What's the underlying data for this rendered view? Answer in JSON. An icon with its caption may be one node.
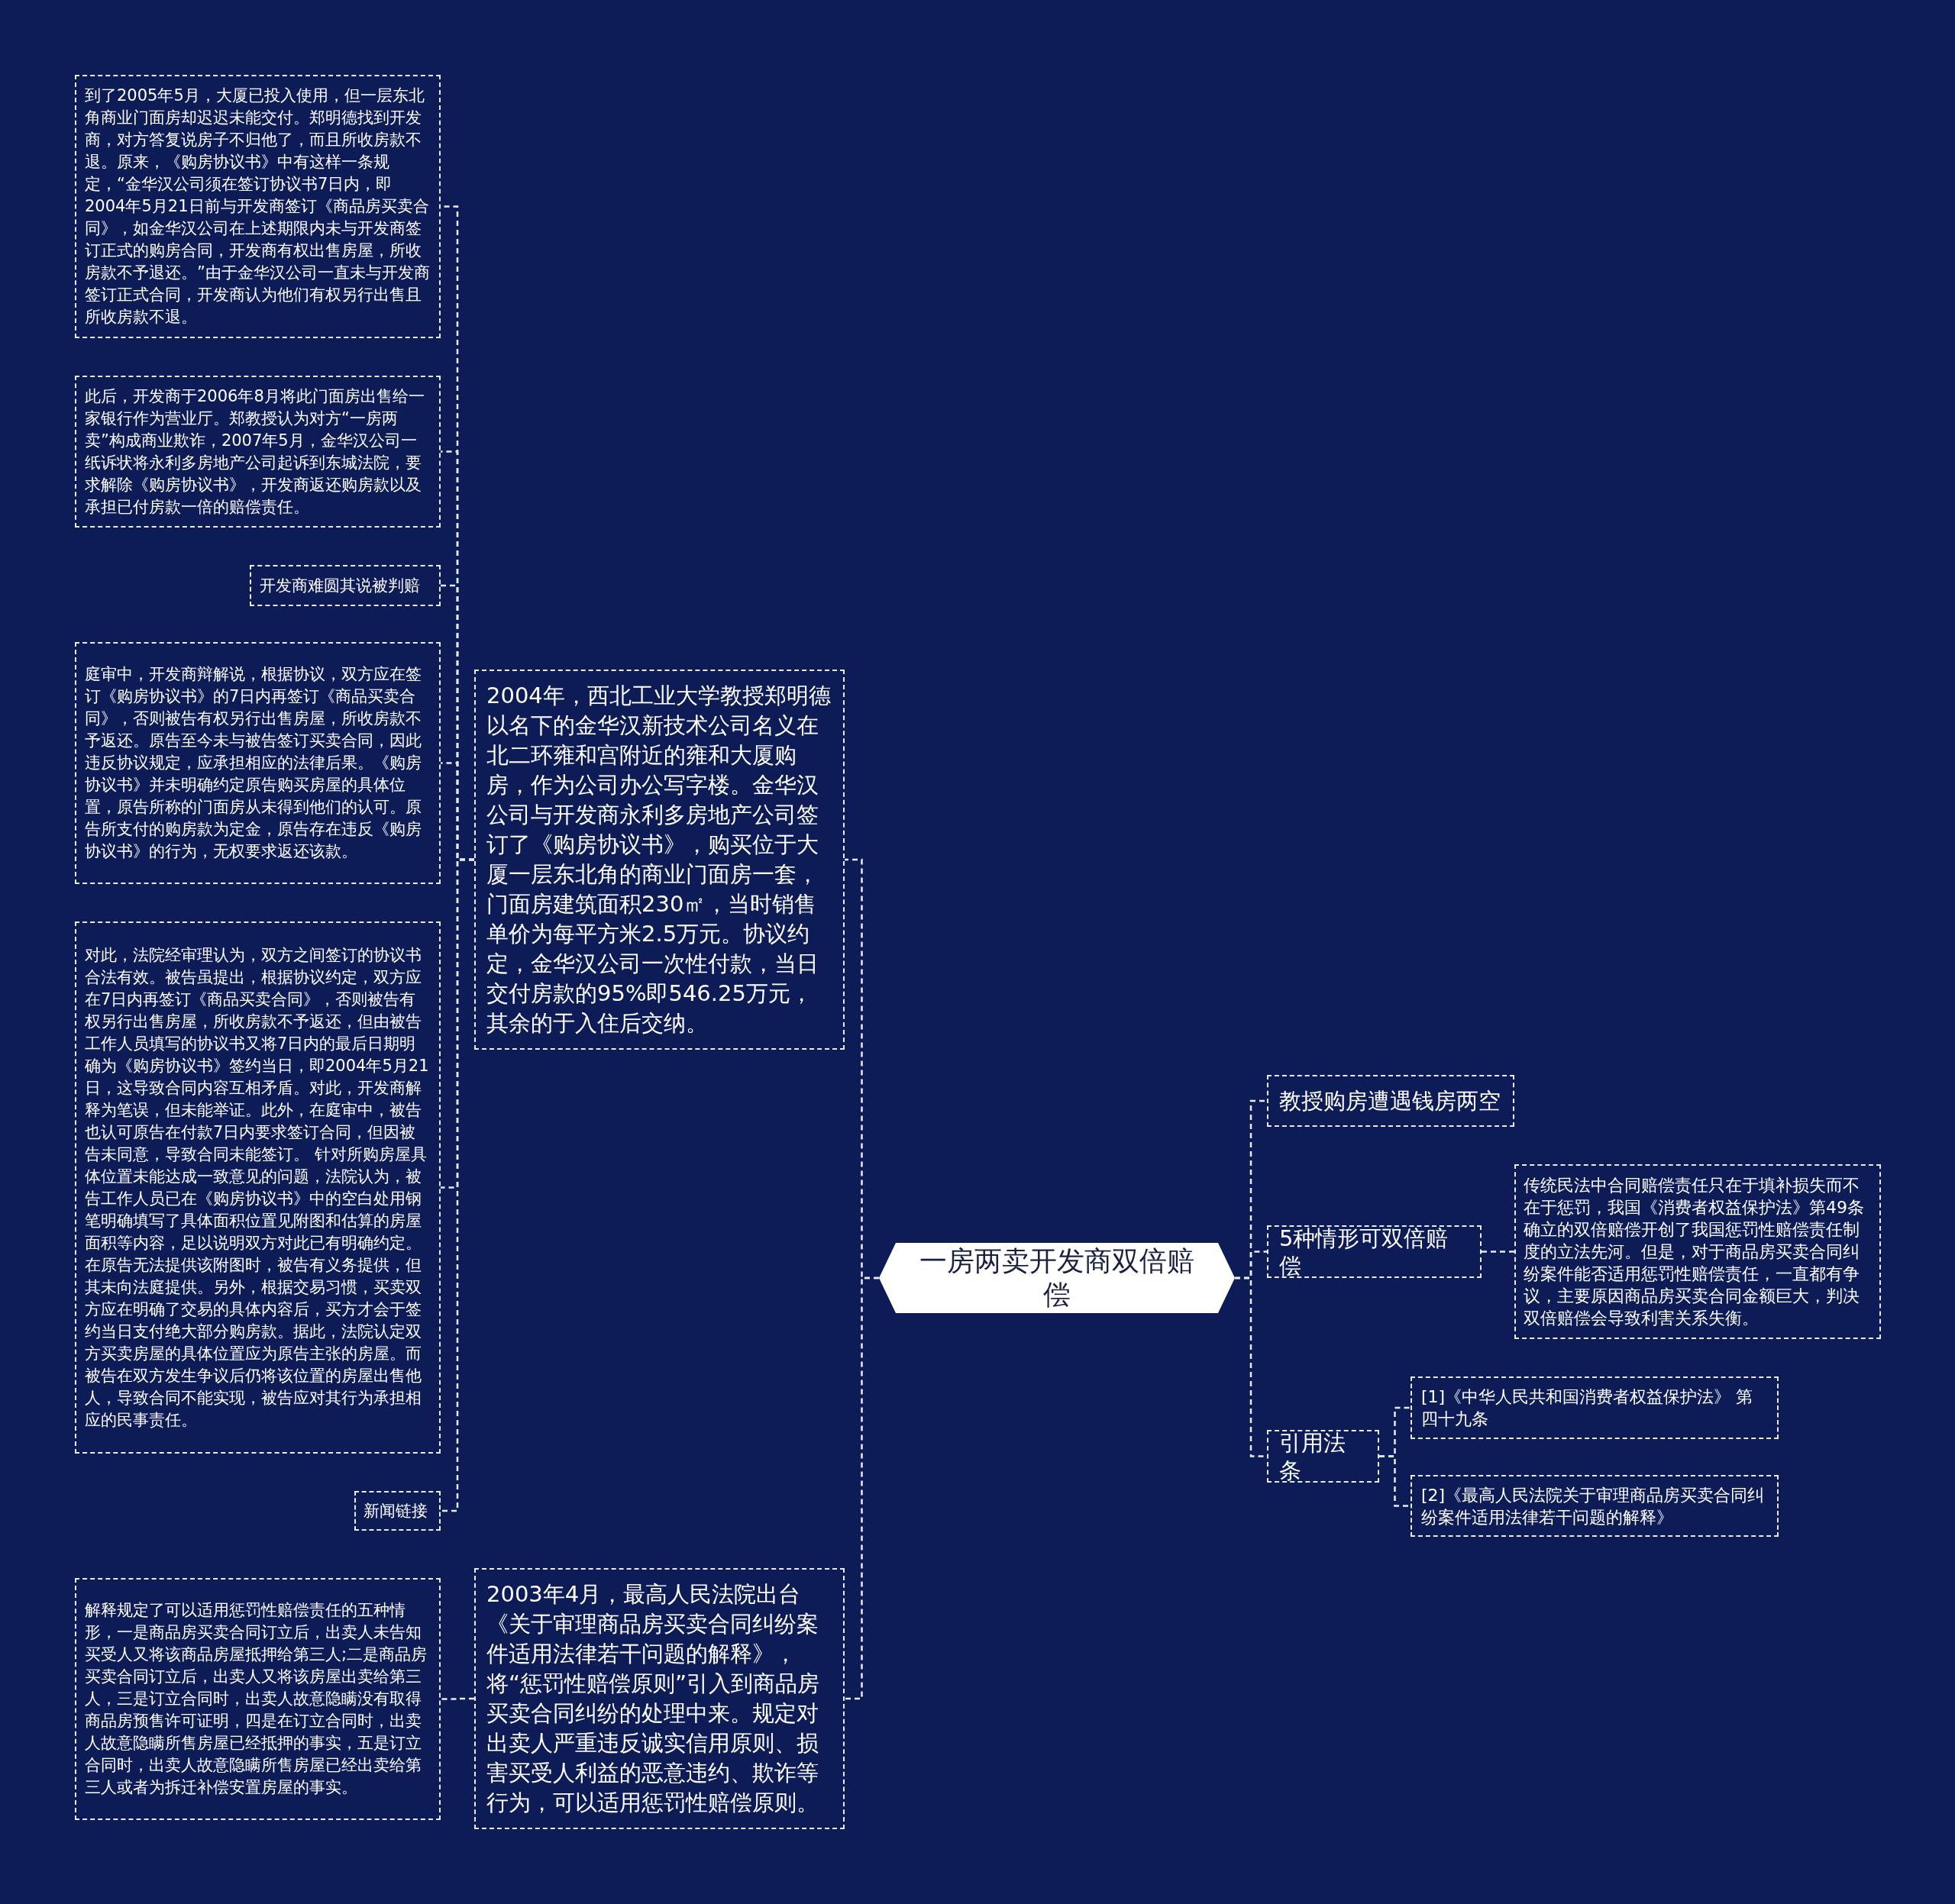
{
  "diagram": {
    "nodes": [
      {
        "text": [
          "一房两卖开发商双倍赔偿"
        ]
      },
      {
        "text": [
          "教授购房遭遇钱房两空"
        ]
      },
      {
        "text": [
          "5种情形可双倍赔偿"
        ]
      },
      {
        "text": [
          "传统民法中合同赔偿责任只在于填补损失而不在于惩罚，我国《消费者权益保护法》第49条确立的双倍赔偿开创了我国惩罚性赔偿责任制度的立法先河。但是，对于商品房买卖合同纠纷案件能否适用惩罚性赔偿责任，一直都有争议，主要原因商品房买卖合同金额巨大，判决双倍赔偿会导致利害关系失衡。"
        ]
      },
      {
        "text": [
          "引用法条"
        ]
      },
      {
        "text": [
          "[1]《中华人民共和国消费者权益保护法》 第四十九条"
        ]
      },
      {
        "text": [
          "[2]《最高人民法院关于审理商品房买卖合同纠纷案件适用法律若干问题的解释》"
        ]
      },
      {
        "text": [
          "2004年，西北工业大学教授郑明德以名下的金华汉新技术公司名义在北二环雍和宫附近的雍和大厦购房，作为公司办公写字楼。金华汉公司与开发商永利多房地产公司签订了《购房协议书》，购买位于大厦一层东北角的商业门面房一套，门面房建筑面积230㎡，当时销售单价为每平方米2.5万元。协议约定，金华汉公司一次性付款，当日交付房款的95%即546.25万元，其余的于入住后交纳。"
        ]
      },
      {
        "text": [
          "到了2005年5月，大厦已投入使用，但一层东北角商业门面房却迟迟未能交付。郑明德找到开发商，对方答复说房子不归他了，而且所收房款不退。原来，《购房协议书》中有这样一条规定，“金华汉公司须在签订协议书7日内，即2004年5月21日前与开发商签订《商品房买卖合同》，如金华汉公司在上述期限内未与开发商签订正式的购房合同，开发商有权出售房屋，所收房款不予退还。”由于金华汉公司一直未与开发商签订正式合同，开发商认为他们有权另行出售且所收房款不退。"
        ]
      },
      {
        "text": [
          "此后，开发商于2006年8月将此门面房出售给一家银行作为营业厅。郑教授认为对方“一房两卖”构成商业欺诈，2007年5月，金华汉公司一纸诉状将永利多房地产公司起诉到东城法院，要求解除《购房协议书》，开发商返还购房款以及承担已付房款一倍的赔偿责任。"
        ]
      },
      {
        "text": [
          "开发商难圆其说被判赔"
        ]
      },
      {
        "text": [
          "庭审中，开发商辩解说，根据协议，双方应在签订《购房协议书》的7日内再签订《商品买卖合同》，否则被告有权另行出售房屋，所收房款不予返还。原告至今未与被告签订买卖合同，因此违反协议规定，应承担相应的法律后果。《购房协议书》并未明确约定原告购买房屋的具体位置，原告所称的门面房从未得到他们的认可。原告所支付的购房款为定金，原告存在违反《购房协议书》的行为，无权要求返还该款。"
        ]
      },
      {
        "text": [
          "对此，法院经审理认为，双方之间签订的协议书合法有效。被告虽提出，根据协议约定，双方应在7日内再签订《商品买卖合同》，否则被告有权另行出售房屋，所收房款不予返还，但由被告工作人员填写的协议书又将7日内的最后日期明确为《购房协议书》签约当日，即2004年5月21日，这导致合同内容互相矛盾。对此，开发商解释为笔误，但未能举证。此外，在庭审中，被告也认可原告在付款7日内要求签订合同，但因被告未同意，导致合同未能签订。 针对所购房屋具体位置未能达成一致意见的问题，法院认为，被告工作人员已在《购房协议书》中的空白处用钢笔明确填写了具体面积位置见附图和估算的房屋面积等内容，足以说明双方对此已有明确约定。在原告无法提供该附图时，被告有义务提供，但其未向法庭提供。另外，根据交易习惯，买卖双方应在明确了交易的具体内容后，买方才会于签约当日支付绝大部分购房款。据此，法院认定双方买卖房屋的具体位置应为原告主张的房屋。而被告在双方发生争议后仍将该位置的房屋出售他人，导致合同不能实现，被告应对其行为承担相应的民事责任。"
        ]
      },
      {
        "text": [
          "新闻链接"
        ]
      },
      {
        "text": [
          "2003年4月，最高人民法院出台《关于审理商品房买卖合同纠纷案件适用法律若干问题的解释》，将“惩罚性赔偿原则”引入到商品房买卖合同纠纷的处理中来。规定对出卖人严重违反诚实信用原则、损害买受人利益的恶意违约、欺诈等行为，可以适用惩罚性赔偿原则。"
        ]
      },
      {
        "text": [
          "解释规定了可以适用惩罚性赔偿责任的五种情形，一是商品房买卖合同订立后，出卖人未告知买受人又将该商品房屋抵押给第三人;二是商品房买卖合同订立后，出卖人又将该房屋出卖给第三人，三是订立合同时，出卖人故意隐瞒没有取得商品房预售许可证明，四是在订立合同时，出卖人故意隐瞒所售房屋已经抵押的事实，五是订立合同时，出卖人故意隐瞒所售房屋已经出卖给第三人或者为拆迁补偿安置房屋的事实。"
        ]
      }
    ],
    "edges": [
      {
        "from": 0,
        "to": 1,
        "arrow": "none"
      },
      {
        "from": 0,
        "to": 2,
        "arrow": "none"
      },
      {
        "from": 2,
        "to": 3,
        "arrow": "none"
      },
      {
        "from": 0,
        "to": 4,
        "arrow": "none"
      },
      {
        "from": 4,
        "to": 5,
        "arrow": "none"
      },
      {
        "from": 4,
        "to": 6,
        "arrow": "none"
      },
      {
        "from": 0,
        "to": 7,
        "arrow": "none"
      },
      {
        "from": 7,
        "to": 8,
        "arrow": "none"
      },
      {
        "from": 7,
        "to": 9,
        "arrow": "none"
      },
      {
        "from": 7,
        "to": 10,
        "arrow": "none"
      },
      {
        "from": 7,
        "to": 11,
        "arrow": "none"
      },
      {
        "from": 7,
        "to": 12,
        "arrow": "none"
      },
      {
        "from": 7,
        "to": 13,
        "arrow": "none"
      },
      {
        "from": 0,
        "to": 14,
        "arrow": "none"
      },
      {
        "from": 14,
        "to": 15,
        "arrow": "none"
      }
    ]
  }
}
